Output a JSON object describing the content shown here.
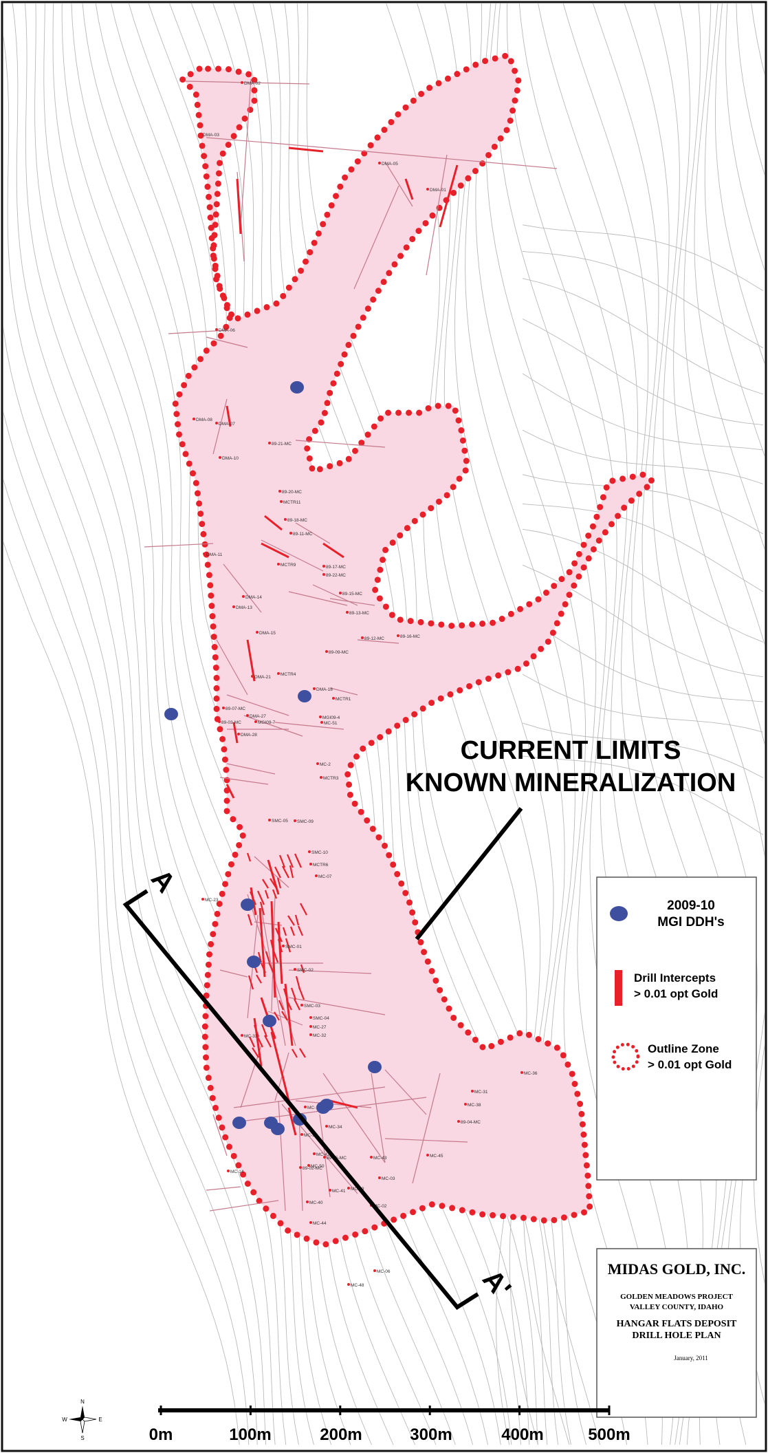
{
  "callout": {
    "line1": "CURRENT LIMITS",
    "line2": "KNOWN MINERALIZATION"
  },
  "section": {
    "start_label": "A",
    "end_label": "A'"
  },
  "legend": {
    "ddh_line1": "2009-10",
    "ddh_line2": "MGI DDH's",
    "intercept_line1": "Drill Intercepts",
    "intercept_line2": "> 0.01 opt Gold",
    "outline_line1": "Outline Zone",
    "outline_line2": "> 0.01 opt Gold",
    "colors": {
      "ddh": "#3f4fa0",
      "intercept": "#e8202a",
      "outline": "#e8202a",
      "zone_fill": "#f9d7e3"
    }
  },
  "title_block": {
    "company": "MIDAS GOLD, INC.",
    "project_line1": "GOLDEN MEADOWS PROJECT",
    "project_line2": "VALLEY COUNTY, IDAHO",
    "deposit_line1": "HANGAR FLATS DEPOSIT",
    "deposit_line2": "DRILL HOLE PLAN",
    "date": "January, 2011"
  },
  "scale_bar": {
    "labels": [
      "0m",
      "100m",
      "200m",
      "300m",
      "400m",
      "500m"
    ]
  },
  "compass": {
    "north": "N",
    "south": "S",
    "east": "E",
    "west": "W",
    "icon": "compass-rose-icon"
  },
  "drill_holes": [
    {
      "label": "DMA-02"
    },
    {
      "label": "DMA-03"
    },
    {
      "label": "DMA-05"
    },
    {
      "label": "DMA-01"
    },
    {
      "label": "DMA-06"
    },
    {
      "label": "DMA-08"
    },
    {
      "label": "DMA-07"
    },
    {
      "label": "DMA-10"
    },
    {
      "label": "89-21-MC"
    },
    {
      "label": "89-20-MC"
    },
    {
      "label": "MCTR11"
    },
    {
      "label": "89-18-MC"
    },
    {
      "label": "89-11-MC"
    },
    {
      "label": "DMA-11"
    },
    {
      "label": "MCTR9"
    },
    {
      "label": "89-17-MC"
    },
    {
      "label": "89-22-MC"
    },
    {
      "label": "89-15-MC"
    },
    {
      "label": "DMA-14"
    },
    {
      "label": "DMA-13"
    },
    {
      "label": "89-13-MC"
    },
    {
      "label": "DMA-15"
    },
    {
      "label": "89-16-MC"
    },
    {
      "label": "89-09-MC"
    },
    {
      "label": "89-12-MC"
    },
    {
      "label": "DMA-21"
    },
    {
      "label": "MCTR4"
    },
    {
      "label": "DMA-18"
    },
    {
      "label": "DMA-27"
    },
    {
      "label": "MGI09-4"
    },
    {
      "label": "MC-51"
    },
    {
      "label": "MGI09-7"
    },
    {
      "label": "DMA-28"
    },
    {
      "label": "MCTR1"
    },
    {
      "label": "89-07-MC"
    },
    {
      "label": "89-03-MC"
    },
    {
      "label": "MCTR3"
    },
    {
      "label": "MC-2"
    },
    {
      "label": "SMC-05"
    },
    {
      "label": "SMC-09"
    },
    {
      "label": "SMC-10"
    },
    {
      "label": "MCTR6"
    },
    {
      "label": "MC-07"
    },
    {
      "label": "MC-23"
    },
    {
      "label": "SMC-01"
    },
    {
      "label": "SMC-02"
    },
    {
      "label": "SMC-03"
    },
    {
      "label": "SMC-04"
    },
    {
      "label": "MC-27"
    },
    {
      "label": "MC-32"
    },
    {
      "label": "MC-33"
    },
    {
      "label": "MC-36"
    },
    {
      "label": "MC-31"
    },
    {
      "label": "MC-38"
    },
    {
      "label": "89-04-MC"
    },
    {
      "label": "MC-34"
    },
    {
      "label": "MC-37"
    },
    {
      "label": "MC-16"
    },
    {
      "label": "MC-42"
    },
    {
      "label": "89-05-MC"
    },
    {
      "label": "MC-45"
    },
    {
      "label": "MC-43"
    },
    {
      "label": "MC-49"
    },
    {
      "label": "MC-50"
    },
    {
      "label": "89-02-MC"
    },
    {
      "label": "MC-14"
    },
    {
      "label": "MC-03"
    },
    {
      "label": "MC-41"
    },
    {
      "label": "MC-40"
    },
    {
      "label": "MC-02"
    },
    {
      "label": "MC-44"
    },
    {
      "label": "MC-06"
    },
    {
      "label": "MC-48"
    }
  ]
}
